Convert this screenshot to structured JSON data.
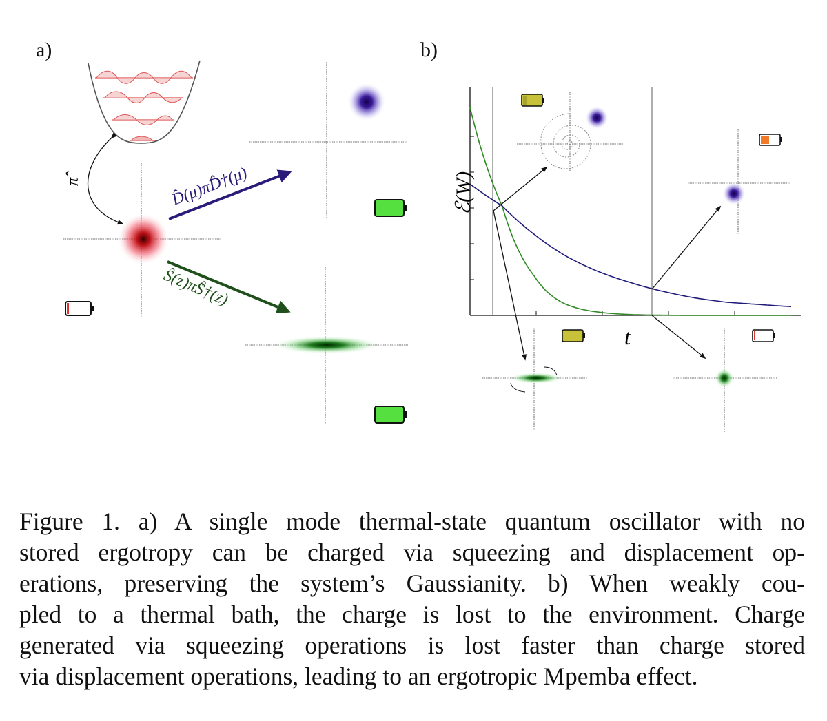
{
  "figure": {
    "panel_a_label": "a)",
    "panel_b_label": "b)",
    "pi_label": "π̂",
    "displacement_label": "D̂(μ)π̂D̂†(μ)",
    "squeezing_label": "Ŝ(z)π̂Ŝ†(z)",
    "y_axis_label": "ℰ(W)",
    "x_axis_label": "t",
    "colors": {
      "displacement": "#2a1a7a",
      "squeezing": "#1f4f1a",
      "thermal": "#cc1b1b",
      "battery_full": "#55e040",
      "battery_mid": "#c8c23a",
      "battery_low": "#f07a2a",
      "curve_blue": "#1e1a7a",
      "curve_green": "#2e8a22"
    },
    "icons": [
      "harmonic-potential-icon",
      "battery-icon",
      "wigner-blob-icon",
      "spiral-icon"
    ]
  },
  "chart_data": {
    "type": "line",
    "title": "",
    "xlabel": "t",
    "ylabel": "ℰ(W)",
    "series": [
      {
        "color": "#2e8a22",
        "values": [
          0.95,
          0.5,
          0.18,
          0.05,
          0.015,
          0.004,
          0.001,
          0.0,
          0.0,
          0.0,
          0.0
        ]
      },
      {
        "color": "#1e1a7a",
        "values": [
          0.6,
          0.5,
          0.37,
          0.27,
          0.2,
          0.15,
          0.11,
          0.08,
          0.06,
          0.05,
          0.04
        ]
      }
    ]
  },
  "caption": {
    "lines": [
      "Figure 1. a) A single mode thermal-state quantum oscillator with no",
      "stored ergotropy can be charged via squeezing and displacement op-",
      "erations, preserving the system’s Gaussianity. b) When weakly cou-",
      "pled to a thermal bath, the charge is lost to the environment. Charge",
      "generated via squeezing operations is lost faster than charge stored",
      "via displacement operations, leading to an ergotropic Mpemba effect."
    ]
  }
}
